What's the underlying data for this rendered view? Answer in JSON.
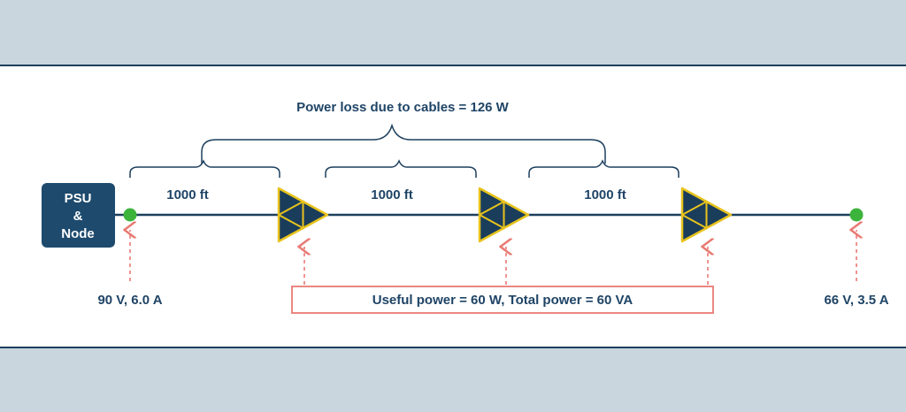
{
  "title": "Power loss due to cables  = 126 W",
  "psu": {
    "line1": "PSU",
    "line2": "&",
    "line3": "Node"
  },
  "segments": [
    {
      "label": "1000 ft"
    },
    {
      "label": "1000 ft"
    },
    {
      "label": "1000 ft"
    }
  ],
  "source_reading": "90 V, 6.0 A",
  "end_reading": "66 V, 3.5 A",
  "useful_power": "Useful power = 60 W, Total power = 60 VA",
  "colors": {
    "cable": "#1d3f5e",
    "psu_box": "#1d4a6d",
    "amplifier_fill": "#1a3d5c",
    "amplifier_outline": "#e8c31c",
    "node_dot": "#3cb43c",
    "arrow": "#e97a74",
    "text": "#1f4466"
  }
}
